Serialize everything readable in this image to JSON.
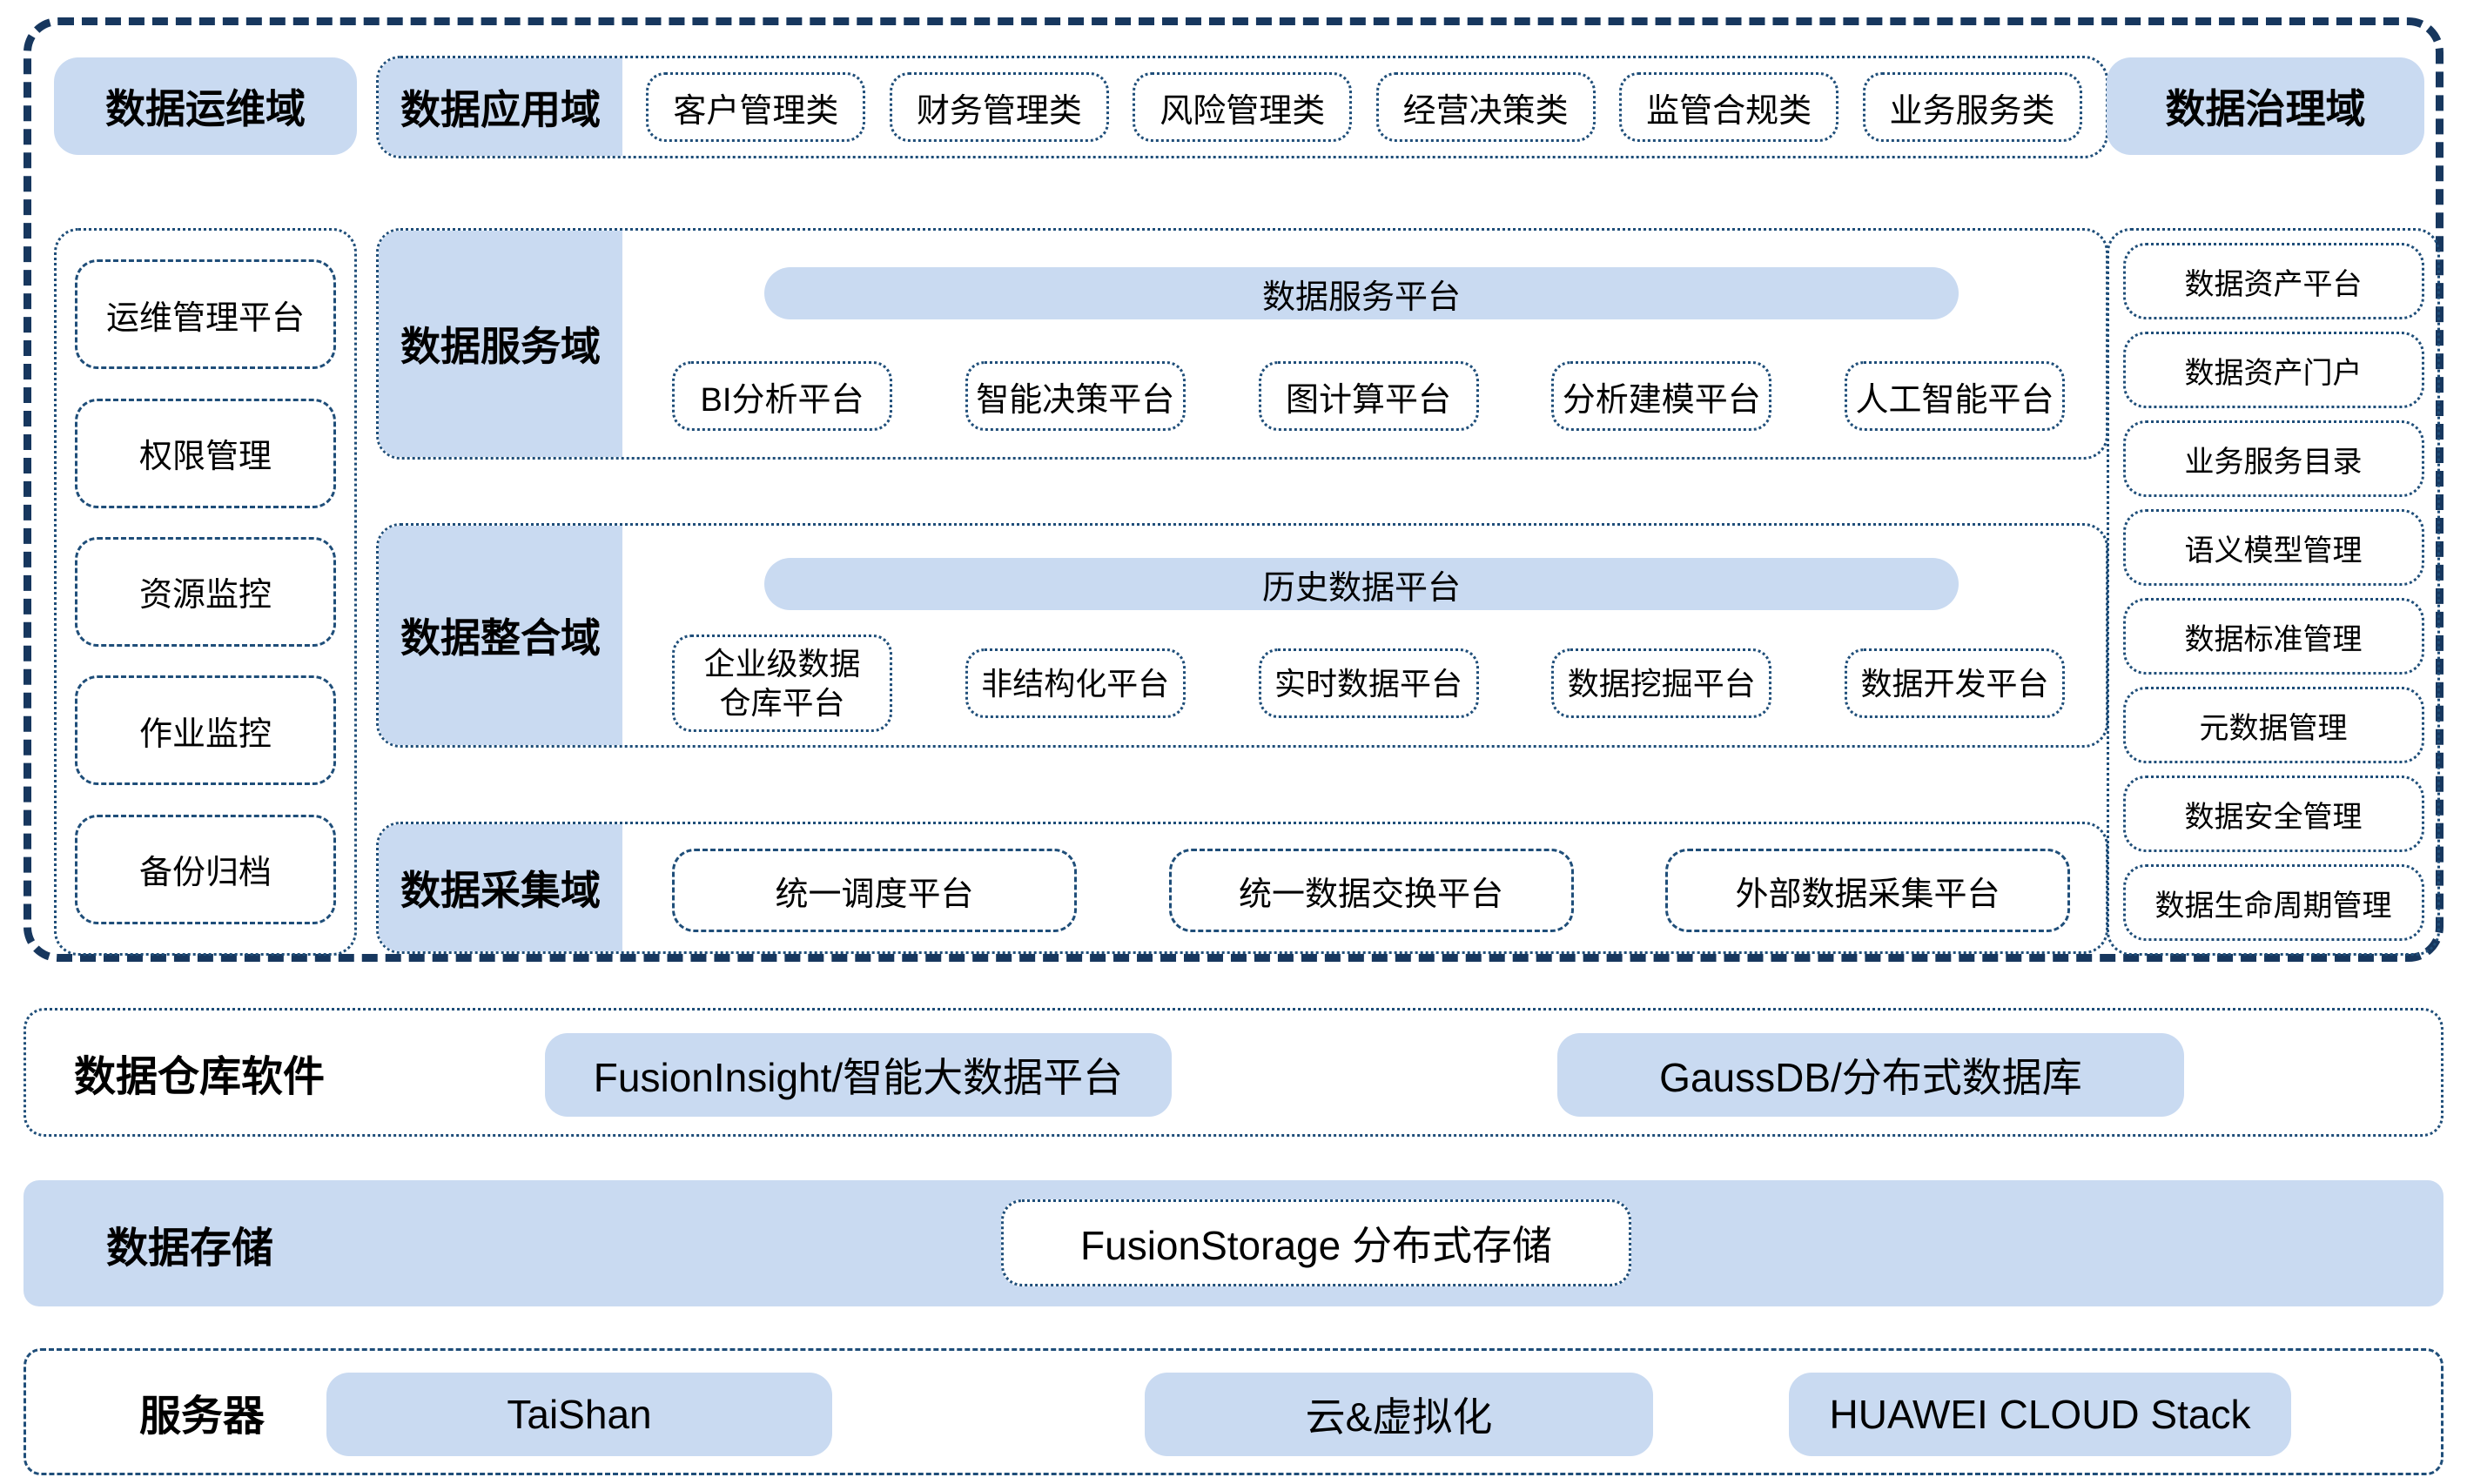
{
  "colors": {
    "light_blue": "#c9daf1",
    "outer_border_navy": "#17375e",
    "inner_border_navy": "#1f4e79"
  },
  "top_row": {
    "ops_domain_label": "数据运维域",
    "app_domain": {
      "label": "数据应用域",
      "items": [
        "客户管理类",
        "财务管理类",
        "风险管理类",
        "经营决策类",
        "监管合规类",
        "业务服务类"
      ]
    },
    "gov_domain_label": "数据治理域"
  },
  "ops_column": {
    "items": [
      "运维管理平台",
      "权限管理",
      "资源监控",
      "作业监控",
      "备份归档"
    ]
  },
  "service_domain": {
    "label": "数据服务域",
    "bar": "数据服务平台",
    "items": [
      "BI分析平台",
      "智能决策平台",
      "图计算平台",
      "分析建模平台",
      "人工智能平台"
    ]
  },
  "integration_domain": {
    "label": "数据整合域",
    "bar": "历史数据平台",
    "items": [
      "企业级数据\n仓库平台",
      "非结构化平台",
      "实时数据平台",
      "数据挖掘平台",
      "数据开发平台"
    ]
  },
  "collection_domain": {
    "label": "数据采集域",
    "items": [
      "统一调度平台",
      "统一数据交换平台",
      "外部数据采集平台"
    ]
  },
  "governance_column": {
    "items": [
      "数据资产平台",
      "数据资产门户",
      "业务服务目录",
      "语义模型管理",
      "数据标准管理",
      "元数据管理",
      "数据安全管理",
      "数据生命周期管理"
    ]
  },
  "warehouse_row": {
    "label": "数据仓库软件",
    "items": [
      "FusionInsight/智能大数据平台",
      "GaussDB/分布式数据库"
    ]
  },
  "storage_row": {
    "label": "数据存储",
    "item": "FusionStorage 分布式存储"
  },
  "server_row": {
    "label": "服务器",
    "items": [
      "TaiShan",
      "云&虚拟化",
      "HUAWEI CLOUD Stack"
    ]
  }
}
